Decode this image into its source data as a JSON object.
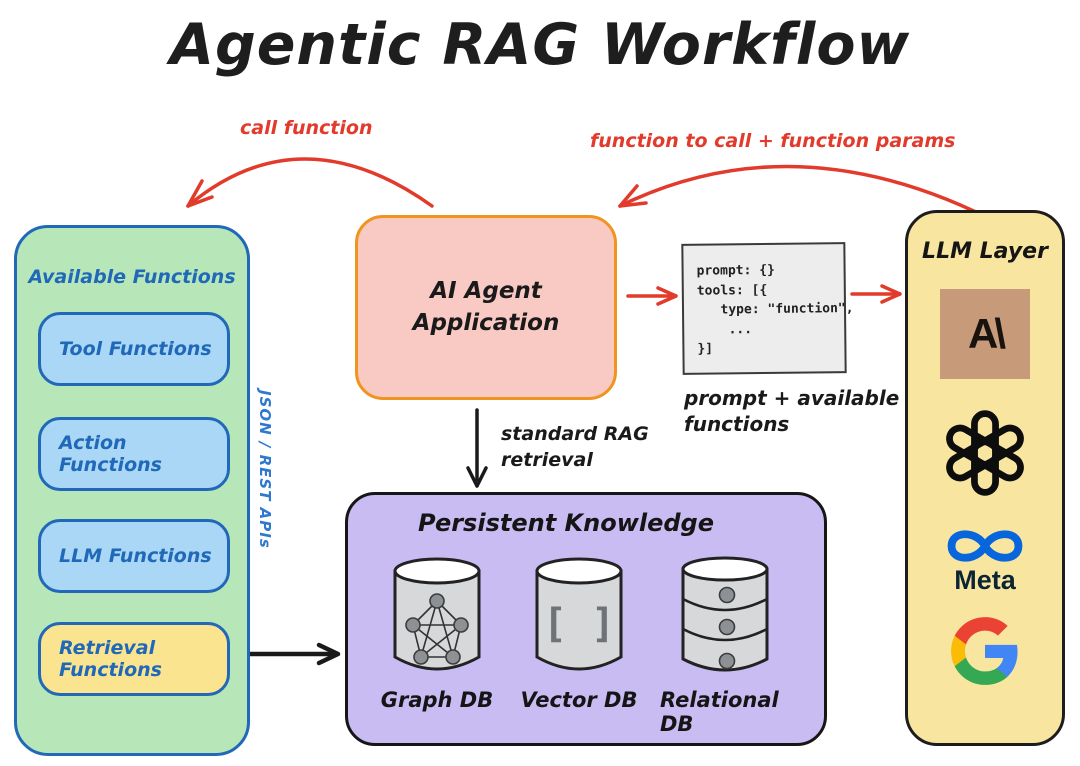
{
  "title": "Agentic RAG Workflow",
  "annotations": {
    "call_function": "call function",
    "function_to_call": "function to call + function params",
    "standard_rag_line1": "standard RAG",
    "standard_rag_line2": "retrieval",
    "prompt_caption_line1": "prompt + available",
    "prompt_caption_line2": "functions"
  },
  "available_functions": {
    "title": "Available Functions",
    "side_label": "JSON / REST APIs",
    "items": [
      {
        "label": "Tool Functions",
        "style": "blue"
      },
      {
        "label": "Action Functions",
        "style": "blue"
      },
      {
        "label": "LLM Functions",
        "style": "blue"
      },
      {
        "label": "Retrieval Functions",
        "style": "yellow"
      }
    ]
  },
  "agent": {
    "line1": "AI Agent",
    "line2": "Application"
  },
  "code_box": {
    "lines": [
      "prompt: {}",
      "tools: [{",
      "   type: \"function\",",
      "    ...",
      "}]"
    ]
  },
  "llm_layer": {
    "title": "LLM Layer",
    "anthropic_glyph": "A\\",
    "meta_label": "Meta",
    "providers": [
      "Anthropic",
      "OpenAI",
      "Meta",
      "Google"
    ]
  },
  "persistent_knowledge": {
    "title": "Persistent Knowledge",
    "vector_glyph": "[ ]",
    "databases": [
      {
        "label": "Graph DB"
      },
      {
        "label": "Vector DB"
      },
      {
        "label": "Relational DB"
      }
    ]
  },
  "colors": {
    "accent_red": "#e23a2b",
    "border_blue": "#2268b8",
    "fill_green": "#b7e7b9",
    "fill_blue": "#a9d7f5",
    "fill_yellow": "#fbe48f",
    "fill_pink": "#f9c9c4",
    "border_orange": "#f0941f",
    "fill_purple": "#c9bcf3",
    "fill_llm": "#f8e6a0",
    "anthropic_tan": "#c79a7a",
    "meta_blue": "#0866dc",
    "google": {
      "blue": "#4285F4",
      "green": "#34A853",
      "yellow": "#FBBC05",
      "red": "#EA4335"
    }
  }
}
